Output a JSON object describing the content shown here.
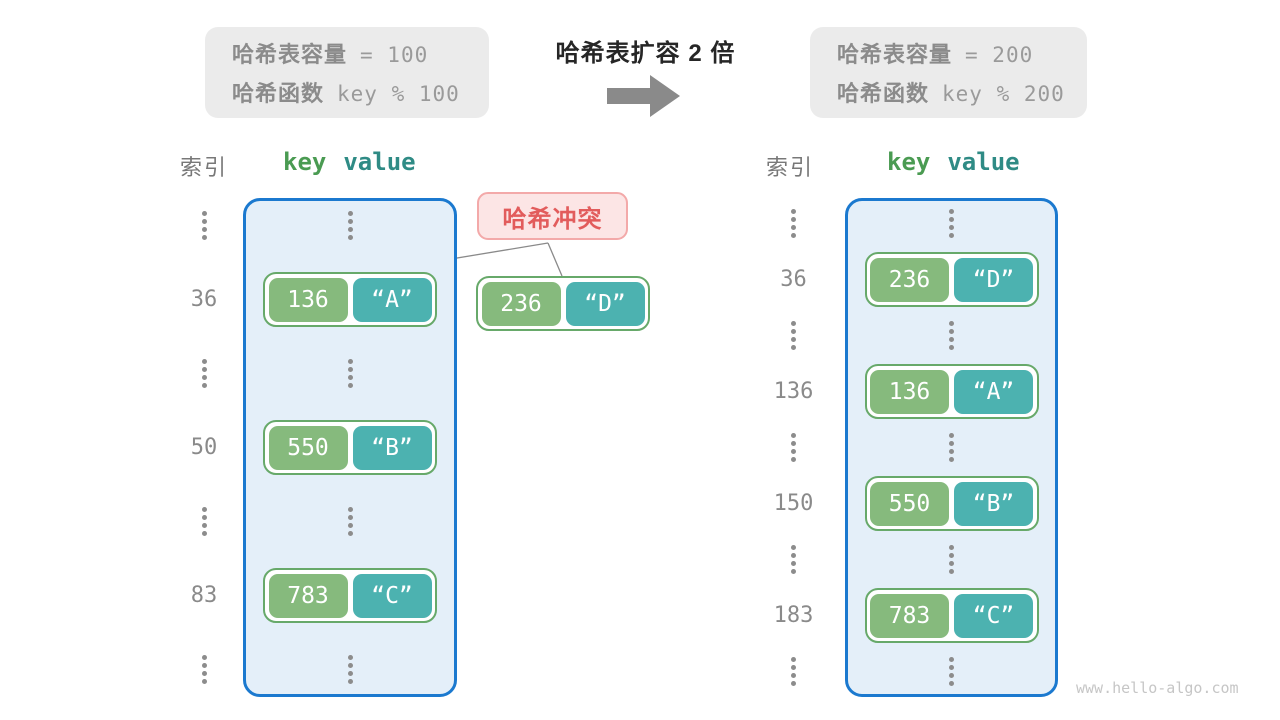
{
  "watermark": "www.hello-algo.com",
  "header": {
    "before_box": {
      "capacity_label": "哈希表容量",
      "capacity_value": "= 100",
      "function_label": "哈希函数",
      "function_value": "key % 100"
    },
    "transform_title": "哈希表扩容 2 倍",
    "after_box": {
      "capacity_label": "哈希表容量",
      "capacity_value": "= 200",
      "function_label": "哈希函数",
      "function_value": "key % 200"
    }
  },
  "collision": {
    "label": "哈希冲突",
    "pair": {
      "key": "236",
      "value": "“D”"
    }
  },
  "tables": {
    "left": {
      "index_header": "索引",
      "key_header": "key",
      "value_header": "value",
      "rows": [
        {
          "type": "dots"
        },
        {
          "type": "pair",
          "index": "36",
          "key": "136",
          "value": "“A”"
        },
        {
          "type": "dots"
        },
        {
          "type": "pair",
          "index": "50",
          "key": "550",
          "value": "“B”"
        },
        {
          "type": "dots"
        },
        {
          "type": "pair",
          "index": "83",
          "key": "783",
          "value": "“C”"
        },
        {
          "type": "dots"
        }
      ]
    },
    "right": {
      "index_header": "索引",
      "key_header": "key",
      "value_header": "value",
      "rows": [
        {
          "type": "dots"
        },
        {
          "type": "pair",
          "index": "36",
          "key": "236",
          "value": "“D”"
        },
        {
          "type": "dots"
        },
        {
          "type": "pair",
          "index": "136",
          "key": "136",
          "value": "“A”"
        },
        {
          "type": "dots"
        },
        {
          "type": "pair",
          "index": "150",
          "key": "550",
          "value": "“B”"
        },
        {
          "type": "dots"
        },
        {
          "type": "pair",
          "index": "183",
          "key": "783",
          "value": "“C”"
        },
        {
          "type": "dots"
        }
      ]
    }
  },
  "colors": {
    "key_pill": "#86ba7d",
    "value_pill": "#4cb2b0",
    "pair_border": "#67a96a",
    "container_fill": "#e4eff9",
    "container_border": "#1b79cf",
    "collision_text": "#e25c5c",
    "collision_fill": "#fce5e5",
    "info_box_fill": "#ebebeb",
    "arrow_gray": "#8a8a8a"
  }
}
